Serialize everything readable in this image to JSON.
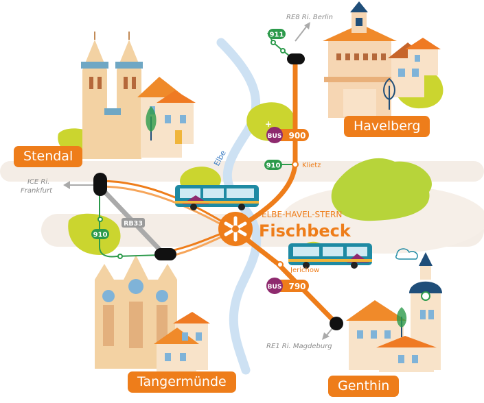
{
  "map": {
    "hub": {
      "kicker": "ELBE-HAVEL-STERN",
      "name": "Fischbeck"
    },
    "river": "Elbe",
    "places": [
      "Stendal",
      "Havelberg",
      "Tangermünde",
      "Genthin"
    ],
    "rail": {
      "north": "RE8 Ri. Berlin",
      "south": "RE1 Ri. Magdeburg",
      "west_line1": "ICE Ri.",
      "west_line2": "Frankfurt",
      "local": "RB33"
    },
    "bus_lines": {
      "b911": "911",
      "b910_north": "910",
      "b910_west": "910",
      "b900": "900",
      "b790": "790",
      "plus_bus": "BUS"
    },
    "stops": {
      "klietz": "Klietz",
      "jerichow": "Jerichow"
    },
    "colors": {
      "orange": "#ee7d1a",
      "light_orange": "#f6a55a",
      "green": "#2c9a4b",
      "purple": "#8e2a6e",
      "grey": "#aaaaaa",
      "river": "#cde1f3"
    }
  }
}
